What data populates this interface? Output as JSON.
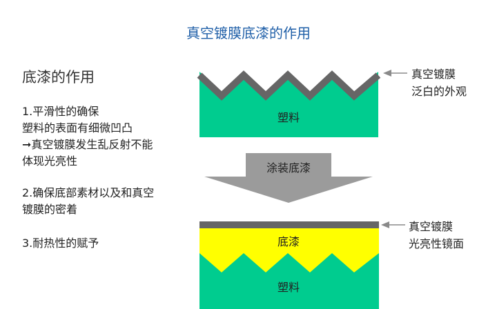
{
  "title": "真空镀膜底漆的作用",
  "left_heading": "底漆的作用",
  "points": [
    [
      "1.平滑性的确保",
      "塑料的表面有细微凹凸",
      "➞真空镀膜发生乱反射不能",
      "体现光亮性"
    ],
    [
      "2.确保底部素材以及和真空",
      "镀膜的密着"
    ],
    [
      "3.耐热性的赋予"
    ]
  ],
  "top_diagram": {
    "plastic_label": "塑料",
    "note_lines": [
      "真空镀膜",
      "泛白的外观"
    ]
  },
  "arrow_label": "涂装底漆",
  "bottom_diagram": {
    "primer_label": "底漆",
    "plastic_label": "塑料",
    "note_lines": [
      "真空镀膜",
      "光亮性镜面"
    ]
  },
  "colors": {
    "plastic": "#00cc8f",
    "coating": "#666666",
    "primer": "#ffff00",
    "arrow": "#9b9b9b",
    "title": "#1f5fa8"
  }
}
